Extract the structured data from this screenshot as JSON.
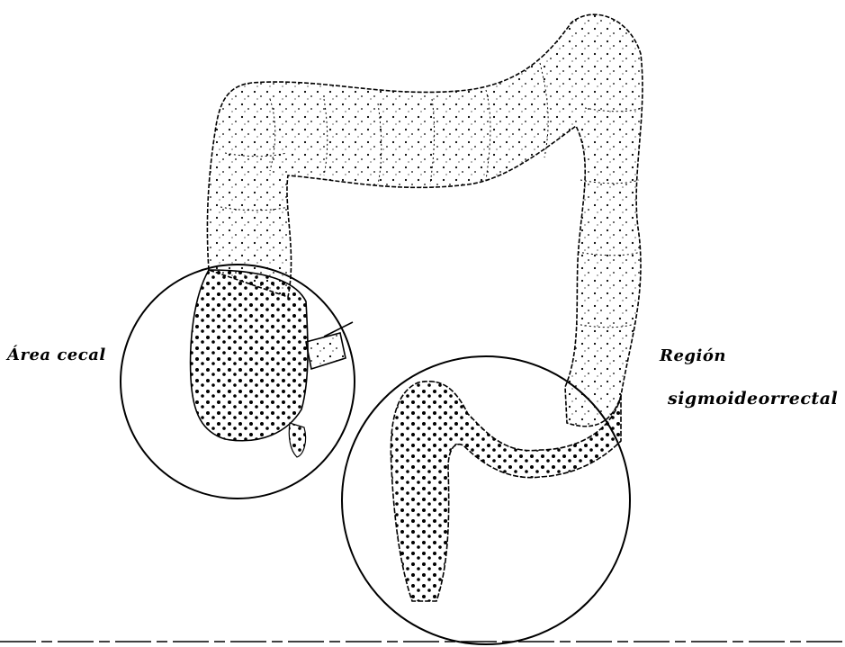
{
  "labels": {
    "cecal_area": "Área cecal",
    "sigmoid_region_line1": "Región",
    "sigmoid_region_line2": "sigmoideorrectal"
  },
  "colors": {
    "ink": "#000000",
    "background": "#ffffff"
  }
}
